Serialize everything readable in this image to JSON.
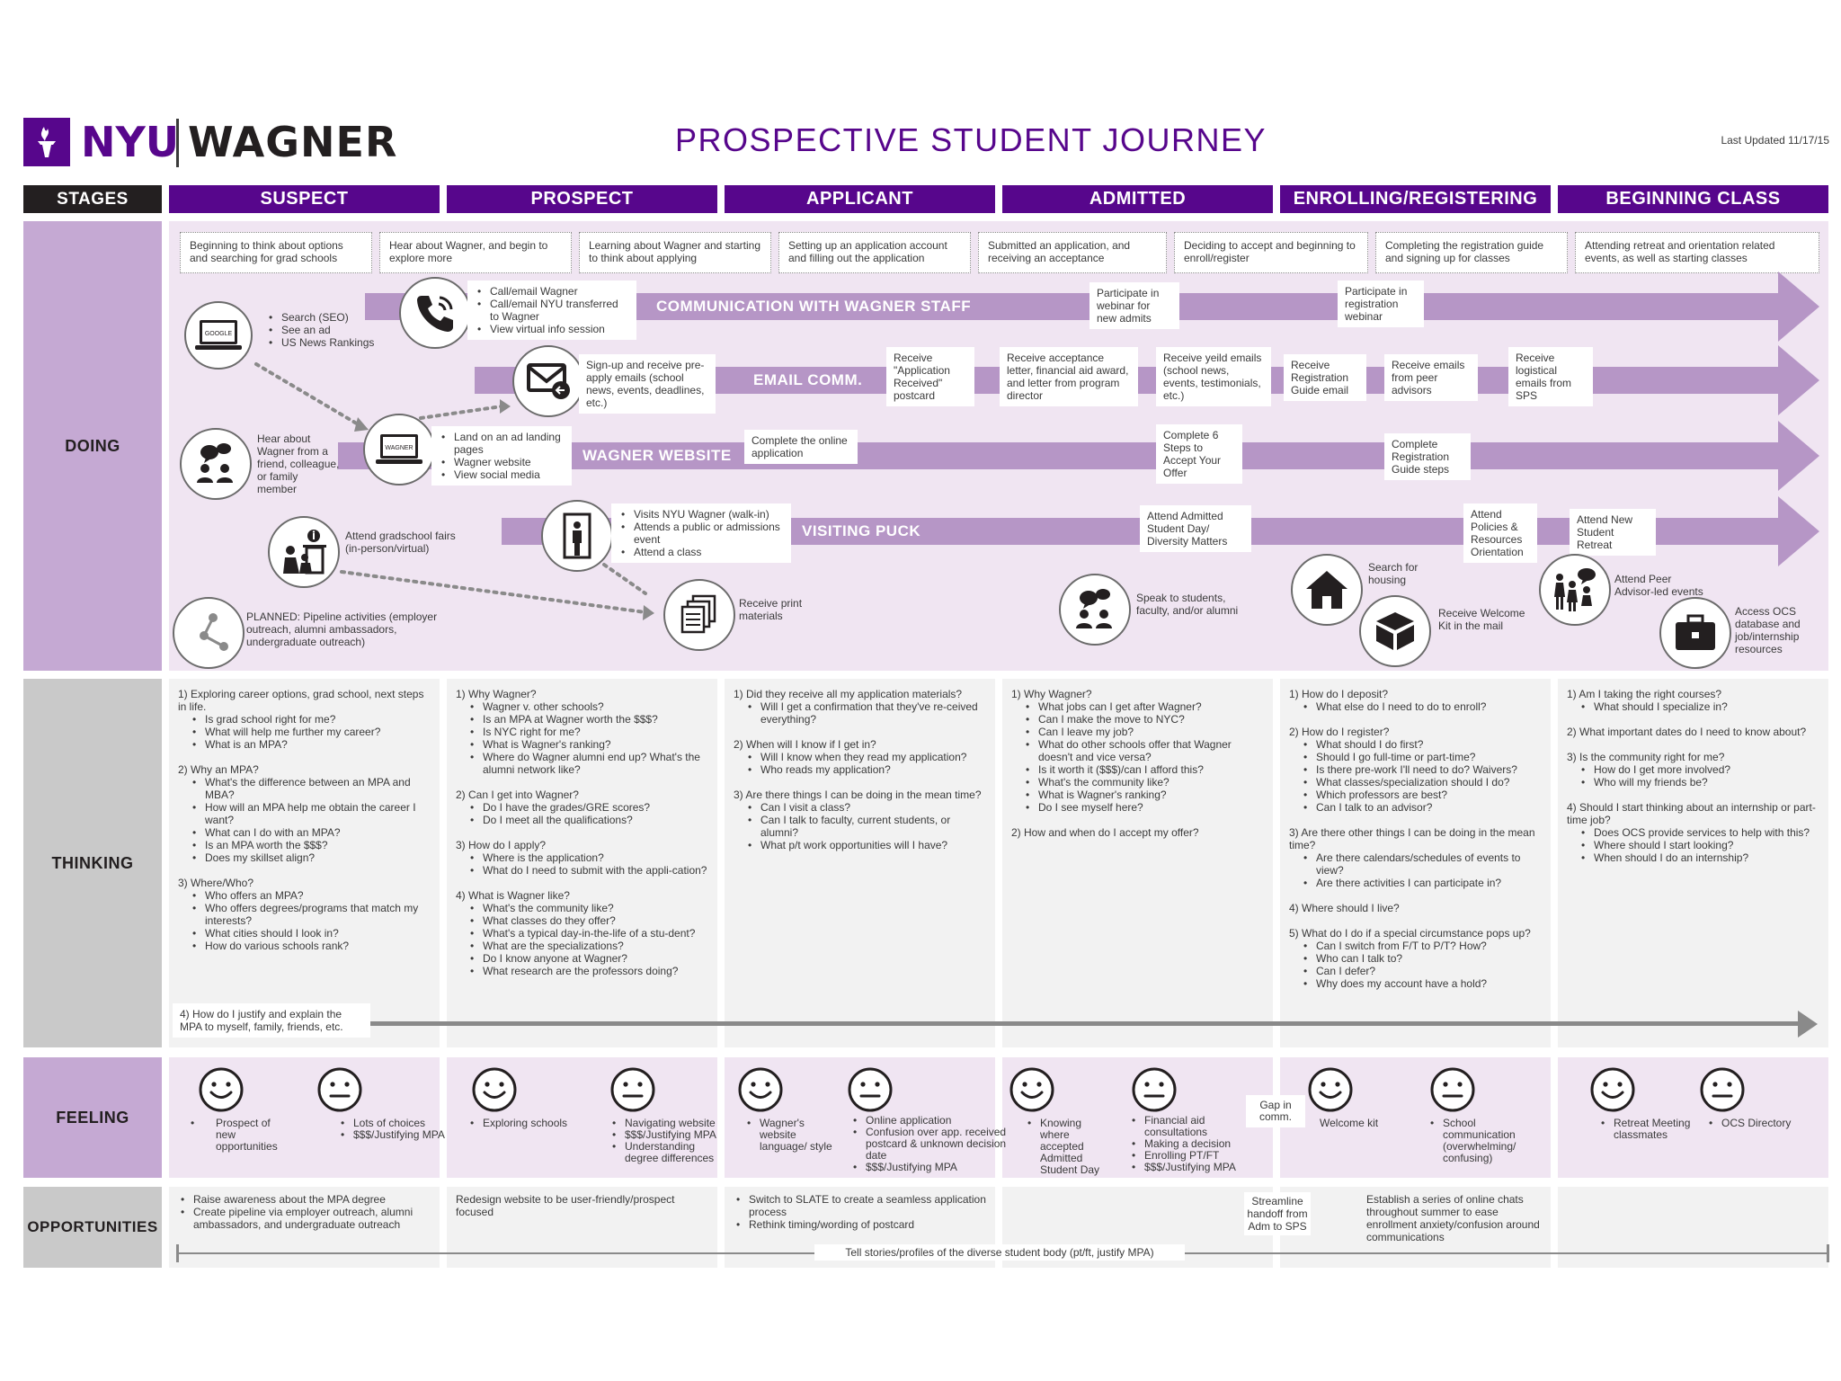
{
  "header": {
    "logo_nyu": "NYU",
    "logo_wagner": "WAGNER",
    "title": "PROSPECTIVE STUDENT JOURNEY",
    "last_updated": "Last Updated 11/17/15"
  },
  "stages_label": "STAGES",
  "stages": [
    "SUSPECT",
    "PROSPECT",
    "APPLICANT",
    "ADMITTED",
    "ENROLLING/REGISTERING",
    "BEGINNING CLASS"
  ],
  "row_labels": {
    "doing": "DOING",
    "thinking": "THINKING",
    "feeling": "FEELING",
    "opportunities": "OPPORTUNITIES"
  },
  "doing": {
    "stage_descriptions": [
      "Beginning to think about options and searching for grad schools",
      "Hear about Wagner, and begin to explore more",
      "Learning about Wagner and starting to think about applying",
      "Setting up an application account and filling out the application",
      "Submitted an application, and receiving an acceptance",
      "Deciding to accept and beginning to enroll/register",
      "Completing the registration guide and signing up for classes",
      "Attending retreat and orientation related events, as well as starting classes"
    ],
    "lanes": {
      "communication": "COMMUNICATION WITH WAGNER STAFF",
      "email": "EMAIL COMM.",
      "website": "WAGNER WEBSITE",
      "visiting": "VISITING PUCK"
    },
    "google_label": "GOOGLE",
    "wagner_screen_label": "WAGNER",
    "search_items": [
      "Search (SEO)",
      "See an ad",
      "US News Rankings"
    ],
    "call_items": [
      "Call/email Wagner",
      "Call/email NYU transferred to Wagner",
      "View virtual info session"
    ],
    "webinar_admits": "Participate in webinar for new admits",
    "webinar_registration": "Participate in registration webinar",
    "signup_email": "Sign-up and receive pre-apply emails (school news, events, deadlines, etc.)",
    "receive_postcard": "Receive \"Application Received\" postcard",
    "receive_acceptance": "Receive acceptance letter, financial aid award, and letter from program director",
    "receive_yield": "Receive yeild emails (school news, events, testimonials, etc.)",
    "receive_reg_guide": "Receive Registration Guide email",
    "receive_peer": "Receive emails from peer advisors",
    "receive_logistical": "Receive logistical emails from SPS",
    "hear_about": "Hear about Wagner from a friend, colleague, or family member",
    "land_items": [
      "Land on an ad landing pages",
      "Wagner website",
      "View social media"
    ],
    "complete_app": "Complete the online application",
    "complete_6_steps": "Complete 6 Steps to Accept Your Offer",
    "complete_reg_guide": "Complete Registration Guide steps",
    "fairs": "Attend gradschool fairs (in-person/virtual)",
    "visit_items": [
      "Visits NYU Wagner (walk-in)",
      "Attends a public or admissions event",
      "Attend a class"
    ],
    "attend_admitted_day": "Attend Admitted Student Day/ Diversity Matters",
    "attend_policies": "Attend Policies & Resources Orientation",
    "attend_retreat": "Attend New Student Retreat",
    "planned": "PLANNED: Pipeline activities (employer outreach, alumni ambassadors, undergraduate outreach)",
    "print_materials": "Receive print materials",
    "speak_students": "Speak to students, faculty, and/or alumni",
    "search_housing": "Search for housing",
    "welcome_kit_mail": "Receive Welcome Kit in the mail",
    "peer_advisor": "Attend Peer Advisor-led events",
    "access_ocs": "Access OCS database and job/internship resources"
  },
  "thinking": {
    "suspect": [
      {
        "q": "1) Exploring career options, grad school, next steps in life.",
        "items": [
          "Is grad school right for me?",
          "What will help me further my career?",
          "What is an MPA?"
        ]
      },
      {
        "q": "2) Why an MPA?",
        "items": [
          "What's the difference between an MPA and MBA?",
          "How will an MPA help me obtain the career I want?",
          "What can I do with an MPA?",
          "Is an MPA worth the $$$?",
          "Does my skillset align?"
        ]
      },
      {
        "q": "3) Where/Who?",
        "items": [
          "Who offers an MPA?",
          "Who offers degrees/programs that match my interests?",
          "What cities should I look in?",
          "How do various schools rank?"
        ]
      }
    ],
    "suspect_footer": "4) How do I justify and explain the MPA to myself, family, friends, etc.",
    "prospect": [
      {
        "q": "1) Why Wagner?",
        "items": [
          "Wagner v. other schools?",
          "Is an MPA at Wagner worth the $$$?",
          "Is NYC right for me?",
          "What is Wagner's ranking?",
          "Where do Wagner alumni end up? What's the alumni network like?"
        ]
      },
      {
        "q": "2) Can I get into Wagner?",
        "items": [
          "Do I have the grades/GRE scores?",
          "Do I meet all the qualifications?"
        ]
      },
      {
        "q": "3) How do I apply?",
        "items": [
          "Where is the application?",
          "What do I need to submit with the appli-cation?"
        ]
      },
      {
        "q": "4) What is Wagner like?",
        "items": [
          "What's the community like?",
          "What classes do they offer?",
          "What's a typical day-in-the-life of a stu-dent?",
          "What are the specializations?",
          "Do I know anyone at Wagner?",
          "What research are the professors doing?"
        ]
      }
    ],
    "applicant": [
      {
        "q": "1) Did they receive all my application materials?",
        "items": [
          "Will I get a confirmation that they've re-ceived everything?"
        ]
      },
      {
        "q": "2) When will I know if I get in?",
        "items": [
          "Will I know when they read my application?",
          "Who reads my application?"
        ]
      },
      {
        "q": "3) Are there things I can be doing in the mean time?",
        "items": [
          "Can I visit a class?",
          "Can I talk to faculty, current students, or alumni?",
          "What p/t work opportunities will I have?"
        ]
      }
    ],
    "admitted": [
      {
        "q": "1) Why Wagner?",
        "items": [
          "What jobs can I get after Wagner?",
          "Can I make the move to NYC?",
          "Can I leave my job?",
          "What do other schools offer that Wagner doesn't and vice versa?",
          "Is it worth it ($$$)/can I afford this?",
          "What's the community like?",
          "What is Wagner's ranking?",
          "Do I see myself here?"
        ]
      },
      {
        "q": "2) How and when do I accept my offer?",
        "items": []
      }
    ],
    "enrolling": [
      {
        "q": "1) How do I deposit?",
        "items": [
          "What else do I need to do to enroll?"
        ]
      },
      {
        "q": "2) How do I register?",
        "items": [
          "What should I do first?",
          "Should I go full-time or part-time?",
          "Is there pre-work I'll need to do? Waivers?",
          "What classes/specialization should I do?",
          "Which professors are best?",
          "Can I talk to an advisor?"
        ]
      },
      {
        "q": "3) Are there other things I can be doing in the mean time?",
        "items": [
          "Are there calendars/schedules of events to view?",
          "Are there activities I can participate in?"
        ]
      },
      {
        "q": "4) Where should I live?",
        "items": []
      },
      {
        "q": "5) What do I do if a special circumstance pops up?",
        "items": [
          "Can I switch from F/T to P/T? How?",
          "Who can I talk to?",
          "Can I defer?",
          "Why does my account have a hold?"
        ]
      }
    ],
    "beginning": [
      {
        "q": "1) Am I taking the right courses?",
        "items": [
          "What should I specialize in?"
        ]
      },
      {
        "q": "2) What important dates do I need to know about?",
        "items": []
      },
      {
        "q": "3) Is the community right for me?",
        "items": [
          "How do I get more involved?",
          "Who will my friends be?"
        ]
      },
      {
        "q": "4) Should I start thinking about an internship or part-time job?",
        "items": [
          "Does OCS provide services to help with this?",
          "Where should I start looking?",
          "When should I do an internship?"
        ]
      }
    ]
  },
  "feeling": {
    "suspect_happy": "Prospect of new opportunities",
    "suspect_neutral": [
      "Lots of choices",
      "$$$/Justifying MPA"
    ],
    "prospect_happy": "Exploring schools",
    "prospect_neutral": [
      "Navigating website",
      "$$$/Justifying MPA",
      "Understanding degree differences"
    ],
    "applicant_happy": "Wagner's website language/ style",
    "applicant_neutral": [
      "Online application",
      "Confusion over app. received postcard & unknown decision date",
      "$$$/Justifying MPA"
    ],
    "admitted_happy": "Knowing where accepted Admitted Student Day",
    "admitted_neutral": [
      "Financial aid consultations",
      "Making a decision",
      "Enrolling PT/FT",
      "$$$/Justifying MPA"
    ],
    "gap": "Gap in comm.",
    "enrolling_happy": "Welcome kit",
    "enrolling_neutral": "School communication (overwhelming/ confusing)",
    "beginning_happy": "Retreat Meeting classmates",
    "beginning_neutral": "OCS Directory"
  },
  "opportunities": {
    "suspect": [
      "Raise awareness about the MPA degree",
      "Create pipeline via employer outreach, alumni ambassadors, and undergraduate outreach"
    ],
    "prospect": "Redesign website to be user-friendly/prospect focused",
    "applicant": [
      "Switch to SLATE to create a seamless application process",
      "Rethink timing/wording of postcard"
    ],
    "streamline": "Streamline handoff from Adm to SPS",
    "enrolling": "Establish a series of online chats throughout summer to ease enrollment anxiety/confusion around communications",
    "tell_stories": "Tell stories/profiles of the diverse student body (pt/ft, justify MPA)"
  },
  "colors": {
    "purple": "#57068c",
    "lane": "#b696c6",
    "row_label_purple": "#c5a9d3",
    "row_label_gray": "#c9c9c9"
  }
}
